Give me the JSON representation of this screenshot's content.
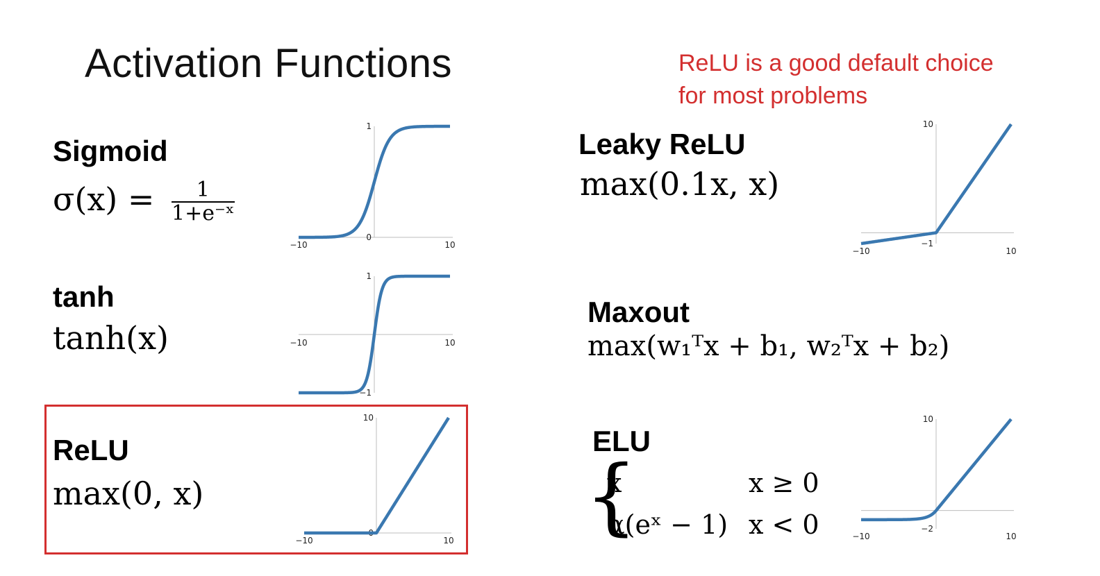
{
  "title": "Activation Functions",
  "note": {
    "line1": "ReLU is a good default choice",
    "line2": "for most problems"
  },
  "functions": {
    "sigmoid": {
      "name": "Sigmoid",
      "lhs": "σ(x) =",
      "num": "1",
      "den": "1+e⁻ˣ"
    },
    "tanh": {
      "name": "tanh",
      "formula": "tanh(x)"
    },
    "relu": {
      "name": "ReLU",
      "formula": "max(0, x)"
    },
    "leaky": {
      "name": "Leaky ReLU",
      "formula": "max(0.1x, x)"
    },
    "maxout": {
      "name": "Maxout",
      "formula": "max(w₁ᵀx + b₁, w₂ᵀx + b₂)"
    },
    "elu": {
      "name": "ELU",
      "case1_expr": "x",
      "case1_cond": "x ≥ 0",
      "case2_expr": "α(eˣ − 1)",
      "case2_cond": "x < 0"
    }
  },
  "chart_data": [
    {
      "id": "sigmoid",
      "type": "line",
      "xlim": [
        -10,
        10
      ],
      "ylim": [
        0,
        1
      ],
      "x_ticks": [
        "−10",
        "10"
      ],
      "y_ticks": [
        "0",
        "1"
      ],
      "color": "#3a78b0"
    },
    {
      "id": "tanh",
      "type": "line",
      "xlim": [
        -10,
        10
      ],
      "ylim": [
        -1,
        1
      ],
      "x_ticks": [
        "−10",
        "10"
      ],
      "y_ticks": [
        "−1",
        "1"
      ],
      "color": "#3a78b0"
    },
    {
      "id": "relu",
      "type": "line",
      "xlim": [
        -10,
        10
      ],
      "ylim": [
        0,
        10
      ],
      "x_ticks": [
        "−10",
        "10"
      ],
      "y_ticks": [
        "0",
        "10"
      ],
      "color": "#3a78b0"
    },
    {
      "id": "leaky",
      "type": "line",
      "xlim": [
        -10,
        10
      ],
      "ylim": [
        -1,
        10
      ],
      "x_ticks": [
        "−10",
        "10"
      ],
      "y_ticks": [
        "−1",
        "10"
      ],
      "color": "#3a78b0"
    },
    {
      "id": "elu",
      "type": "line",
      "xlim": [
        -10,
        10
      ],
      "ylim": [
        -2,
        10
      ],
      "x_ticks": [
        "−10",
        "10"
      ],
      "y_ticks": [
        "−2",
        "10"
      ],
      "color": "#3a78b0"
    }
  ]
}
